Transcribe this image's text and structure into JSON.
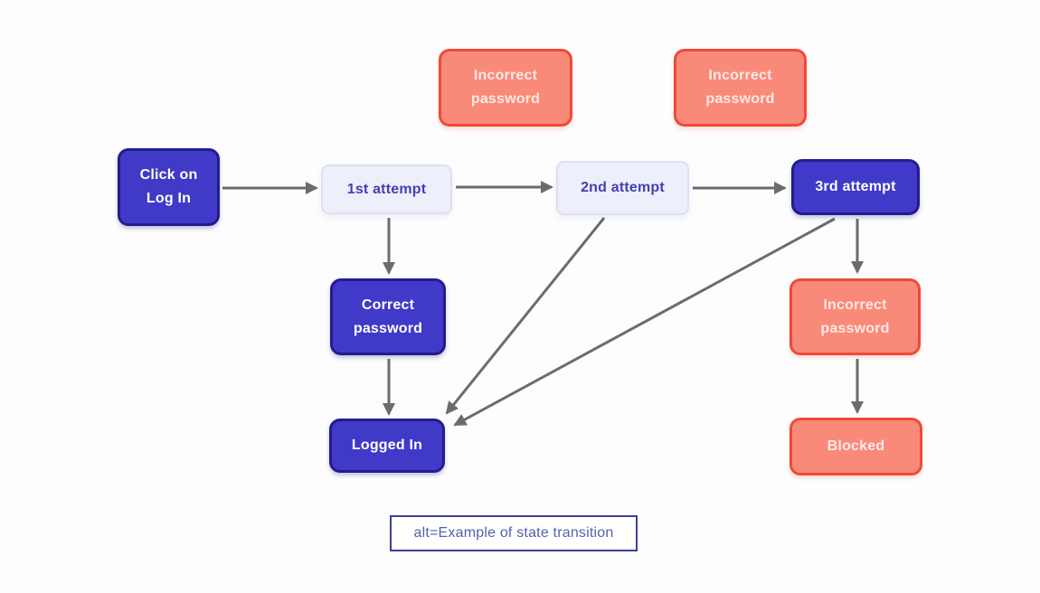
{
  "diagram": {
    "kind": "state-transition-flowchart",
    "colors": {
      "primary_fill": "#4139c8",
      "primary_border": "#221c90",
      "primary_text": "#ffffff",
      "light_fill": "#edeffa",
      "light_border": "#dce0f2",
      "light_text": "#4340b4",
      "danger_fill": "#f98a7a",
      "danger_border": "#ef4a37",
      "danger_text": "#ffe9e4",
      "arrow": "#6b6b70",
      "caption_border": "#3e3f9b",
      "caption_text": "#5560ab",
      "background": "#fdfdfe"
    },
    "nodes": [
      {
        "id": "click-login",
        "label": "Click on Log In",
        "style": "primary"
      },
      {
        "id": "attempt-1",
        "label": "1st attempt",
        "style": "light"
      },
      {
        "id": "attempt-2",
        "label": "2nd attempt",
        "style": "light"
      },
      {
        "id": "attempt-3",
        "label": "3rd attempt",
        "style": "primary"
      },
      {
        "id": "incorrect-password-1",
        "label": "Incorrect password",
        "style": "danger"
      },
      {
        "id": "incorrect-password-2",
        "label": "Incorrect password",
        "style": "danger"
      },
      {
        "id": "correct-password",
        "label": "Correct password",
        "style": "primary"
      },
      {
        "id": "logged-in",
        "label": "Logged In",
        "style": "primary"
      },
      {
        "id": "incorrect-password-3",
        "label": "Incorrect password",
        "style": "danger"
      },
      {
        "id": "blocked",
        "label": "Blocked",
        "style": "danger"
      }
    ],
    "edges": [
      {
        "from": "click-login",
        "to": "attempt-1"
      },
      {
        "from": "attempt-1",
        "to": "attempt-2"
      },
      {
        "from": "attempt-2",
        "to": "attempt-3"
      },
      {
        "from": "attempt-1",
        "to": "correct-password"
      },
      {
        "from": "correct-password",
        "to": "logged-in"
      },
      {
        "from": "attempt-2",
        "to": "logged-in"
      },
      {
        "from": "attempt-3",
        "to": "logged-in"
      },
      {
        "from": "attempt-3",
        "to": "incorrect-password-3"
      },
      {
        "from": "incorrect-password-3",
        "to": "blocked"
      }
    ],
    "caption": {
      "text": "alt=Example of state transition"
    }
  }
}
